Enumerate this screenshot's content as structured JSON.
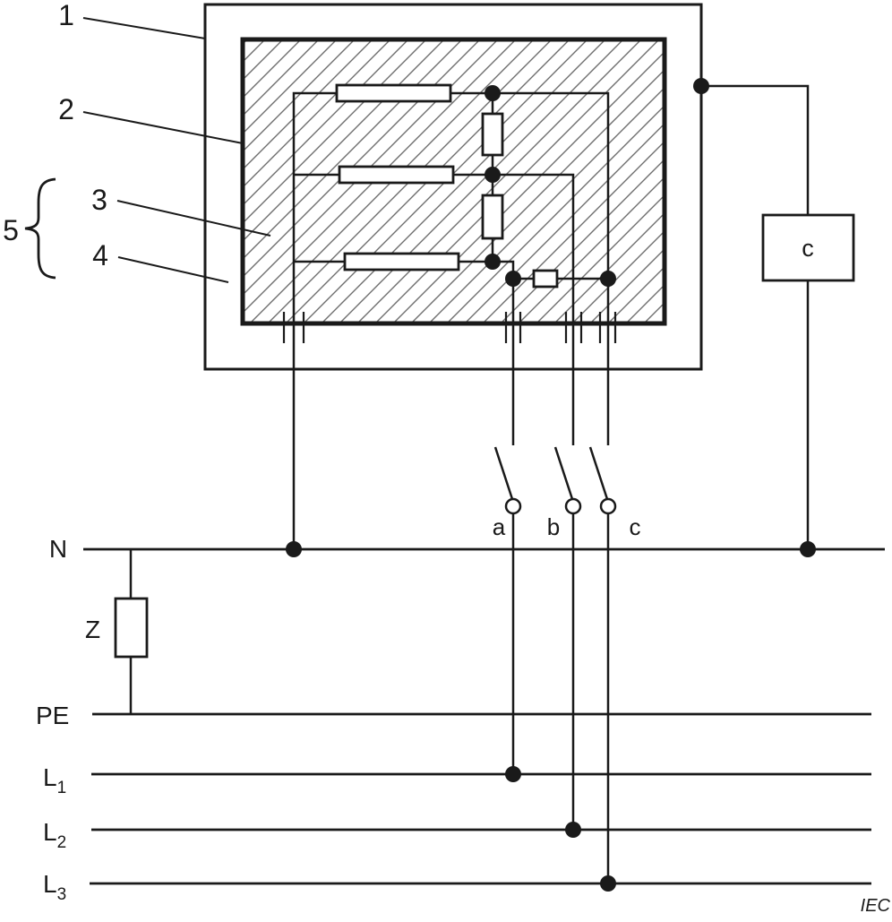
{
  "diagram": {
    "type": "circuit-schematic",
    "callouts": {
      "one": "1",
      "two": "2",
      "three": "3",
      "four": "4",
      "five": "5"
    },
    "switches": {
      "a": "a",
      "b": "b",
      "c": "c"
    },
    "measuring_device_label": "c",
    "impedance_label": "Z",
    "buses": {
      "neutral": "N",
      "protective_earth": "PE",
      "line_prefix": "L",
      "l1_sub": "1",
      "l2_sub": "2",
      "l3_sub": "3"
    },
    "footer_mark": "IEC",
    "colors": {
      "line": "#1a1a1a",
      "background": "#ffffff",
      "hatch": "#6e6e6e"
    }
  }
}
